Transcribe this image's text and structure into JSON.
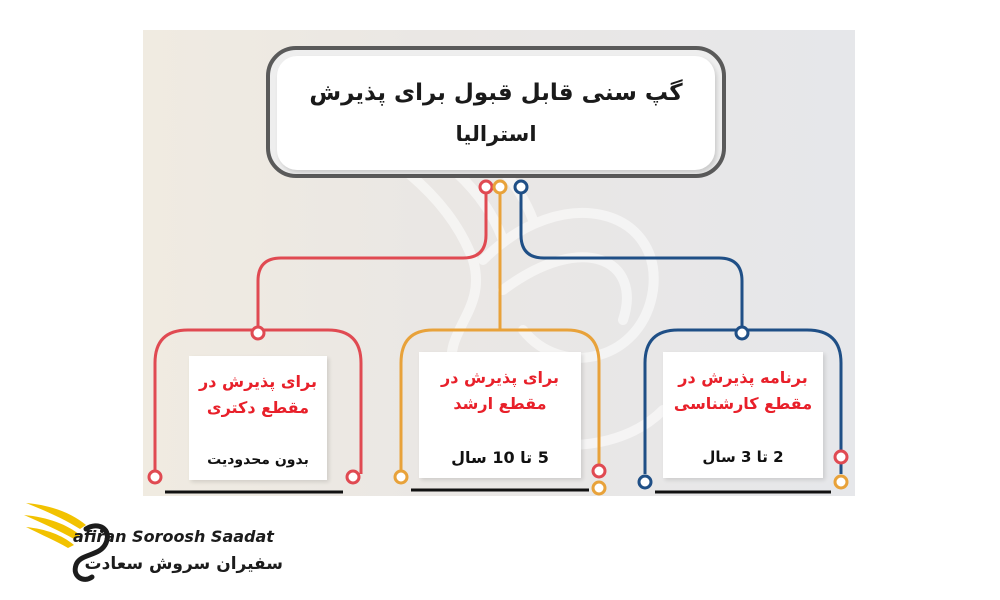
{
  "diagram": {
    "title_line1": "گپ سنی قابل قبول برای پذیرش",
    "title_line2": "استرالیا",
    "branches": [
      {
        "title_line1": "برای پذیرش در",
        "title_line2": "مقطع دکتری",
        "value": "بدون محدودیت",
        "color": "#e04a52"
      },
      {
        "title_line1": "برای پذیرش در",
        "title_line2": "مقطع ارشد",
        "value": "5 تا 10 سال",
        "color": "#e8a23a"
      },
      {
        "title_line1": "برنامه پذیرش در",
        "title_line2": "مقطع کارشناسی",
        "value": "2 تا 3 سال",
        "color": "#1f4f86"
      }
    ],
    "title_color": "#e8202a"
  },
  "brand": {
    "name_en": "afiran Soroosh Saadat",
    "name_fa": "سفیران سروش سعادت",
    "wing_color": "#f2c200"
  }
}
